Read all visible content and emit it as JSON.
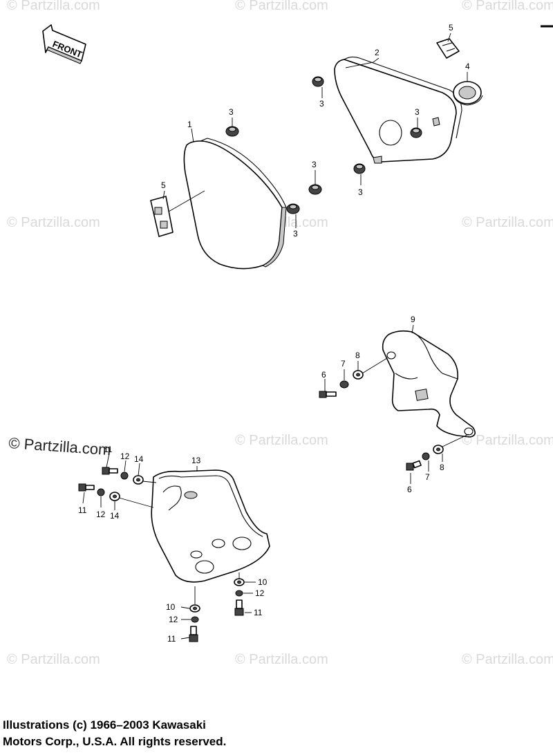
{
  "watermark": "© Partzilla.com",
  "front_label": "FRONT",
  "copyright": {
    "line1": "Illustrations (c) 1966–2003 Kawasaki",
    "line2": "Motors Corp., U.S.A.  All rights reserved."
  },
  "callouts": [
    "1",
    "2",
    "3",
    "4",
    "5",
    "6",
    "7",
    "8",
    "9",
    "10",
    "11",
    "12",
    "13",
    "14"
  ],
  "colors": {
    "line": "#000000",
    "watermark": "#d9d9d9"
  }
}
